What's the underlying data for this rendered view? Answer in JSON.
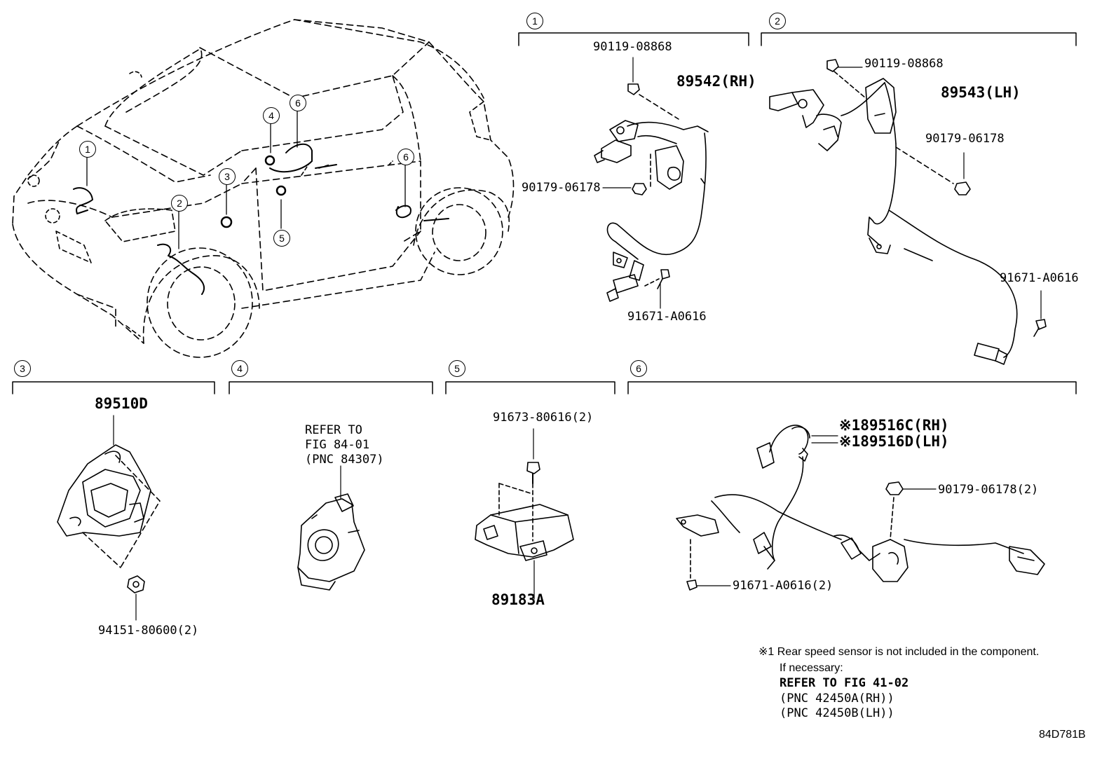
{
  "callouts": {
    "c1": "1",
    "c2": "2",
    "c3": "3",
    "c4": "4",
    "c5": "5",
    "c6": "6"
  },
  "section1": {
    "bolt_top": "90119-08868",
    "sensor": "89542(RH)",
    "nut": "90179-06178",
    "bolt_bottom": "91671-A0616"
  },
  "section2": {
    "bolt_top": "90119-08868",
    "sensor": "89543(LH)",
    "nut": "90179-06178",
    "bolt_bottom": "91671-A0616"
  },
  "section3": {
    "sensor": "89510D",
    "nut": "94151-80600(2)"
  },
  "section4": {
    "line1": "REFER TO",
    "line2": "FIG 84-01",
    "line3": "(PNC 84307)"
  },
  "section5": {
    "bolt": "91673-80616(2)",
    "module": "89183A"
  },
  "section6": {
    "sensor_rh": "※189516C(RH)",
    "sensor_lh": "※189516D(LH)",
    "nut": "90179-06178(2)",
    "bolt": "91671-A0616(2)"
  },
  "footnote": {
    "line1": "※1 Rear speed sensor is not included in the component.",
    "line2": "If necessary:",
    "line3": "REFER TO FIG 41-02",
    "line4": "(PNC 42450A(RH))",
    "line5": "(PNC 42450B(LH))"
  },
  "figure_code": "84D781B"
}
